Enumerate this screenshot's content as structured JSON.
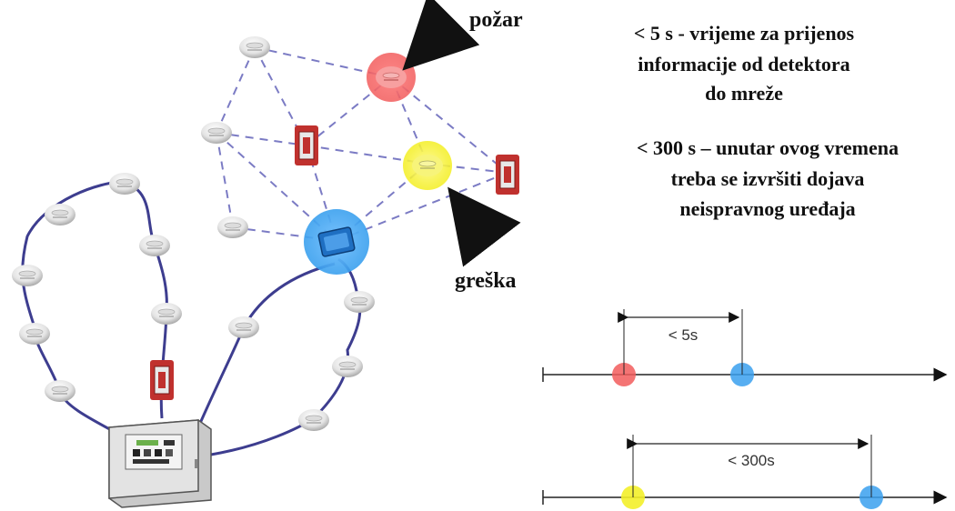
{
  "labels": {
    "fire": "požar",
    "fault": "greška"
  },
  "info": {
    "line1": [
      "< 5 s - vrijeme za prijenos",
      "informacije od detektora",
      "do mreže"
    ],
    "line2": [
      "< 300 s – unutar ovog vremena",
      "treba se izvršiti dojava",
      "neispravnog uređaja"
    ]
  },
  "timelines": {
    "short_label": "< 5s",
    "long_label": "< 300s"
  },
  "colors": {
    "fire": "#f25c5c",
    "fault": "#f3f02a",
    "network": "#3aa0ee",
    "wire": "#3d3d8f",
    "module": "#c0312e"
  },
  "icons": {
    "detector": "smoke-detector-icon",
    "module": "radio-module-icon",
    "panel": "control-panel-icon",
    "gateway": "wireless-gateway-icon"
  }
}
